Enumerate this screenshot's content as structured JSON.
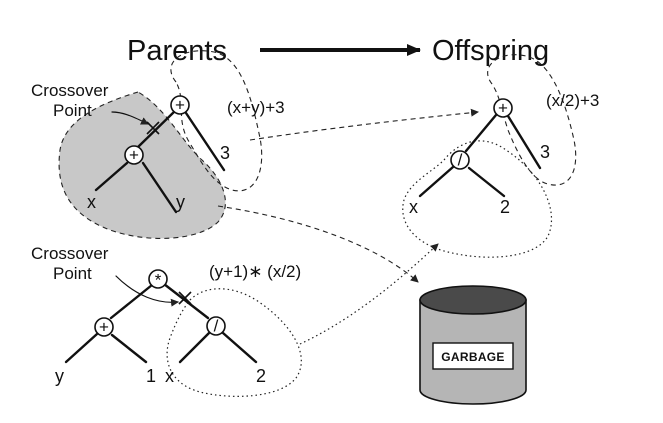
{
  "header": {
    "parents": "Parents",
    "offspring": "Offspring"
  },
  "parent1": {
    "crossover_label": [
      "Crossover",
      "Point"
    ],
    "expression": "(x+y)+3",
    "root_op": "+",
    "subtree_op": "+",
    "leaves": [
      "x",
      "y",
      "3"
    ]
  },
  "parent2": {
    "crossover_label": [
      "Crossover",
      "Point"
    ],
    "expression": "(y+1)∗ (x/2)",
    "root_op": "*",
    "left_op": "+",
    "right_op": "/",
    "leaves": [
      "y",
      "1",
      "x",
      "2"
    ]
  },
  "offspring": {
    "expression": "(x/2)+3",
    "root_op": "+",
    "subtree_op": "/",
    "leaves": [
      "x",
      "2",
      "3"
    ]
  },
  "garbage": {
    "label": "GARBAGE"
  },
  "colors": {
    "shade": "#c8c8c8",
    "bin_body": "#b5b5b5",
    "bin_top": "#4a4a4a"
  }
}
